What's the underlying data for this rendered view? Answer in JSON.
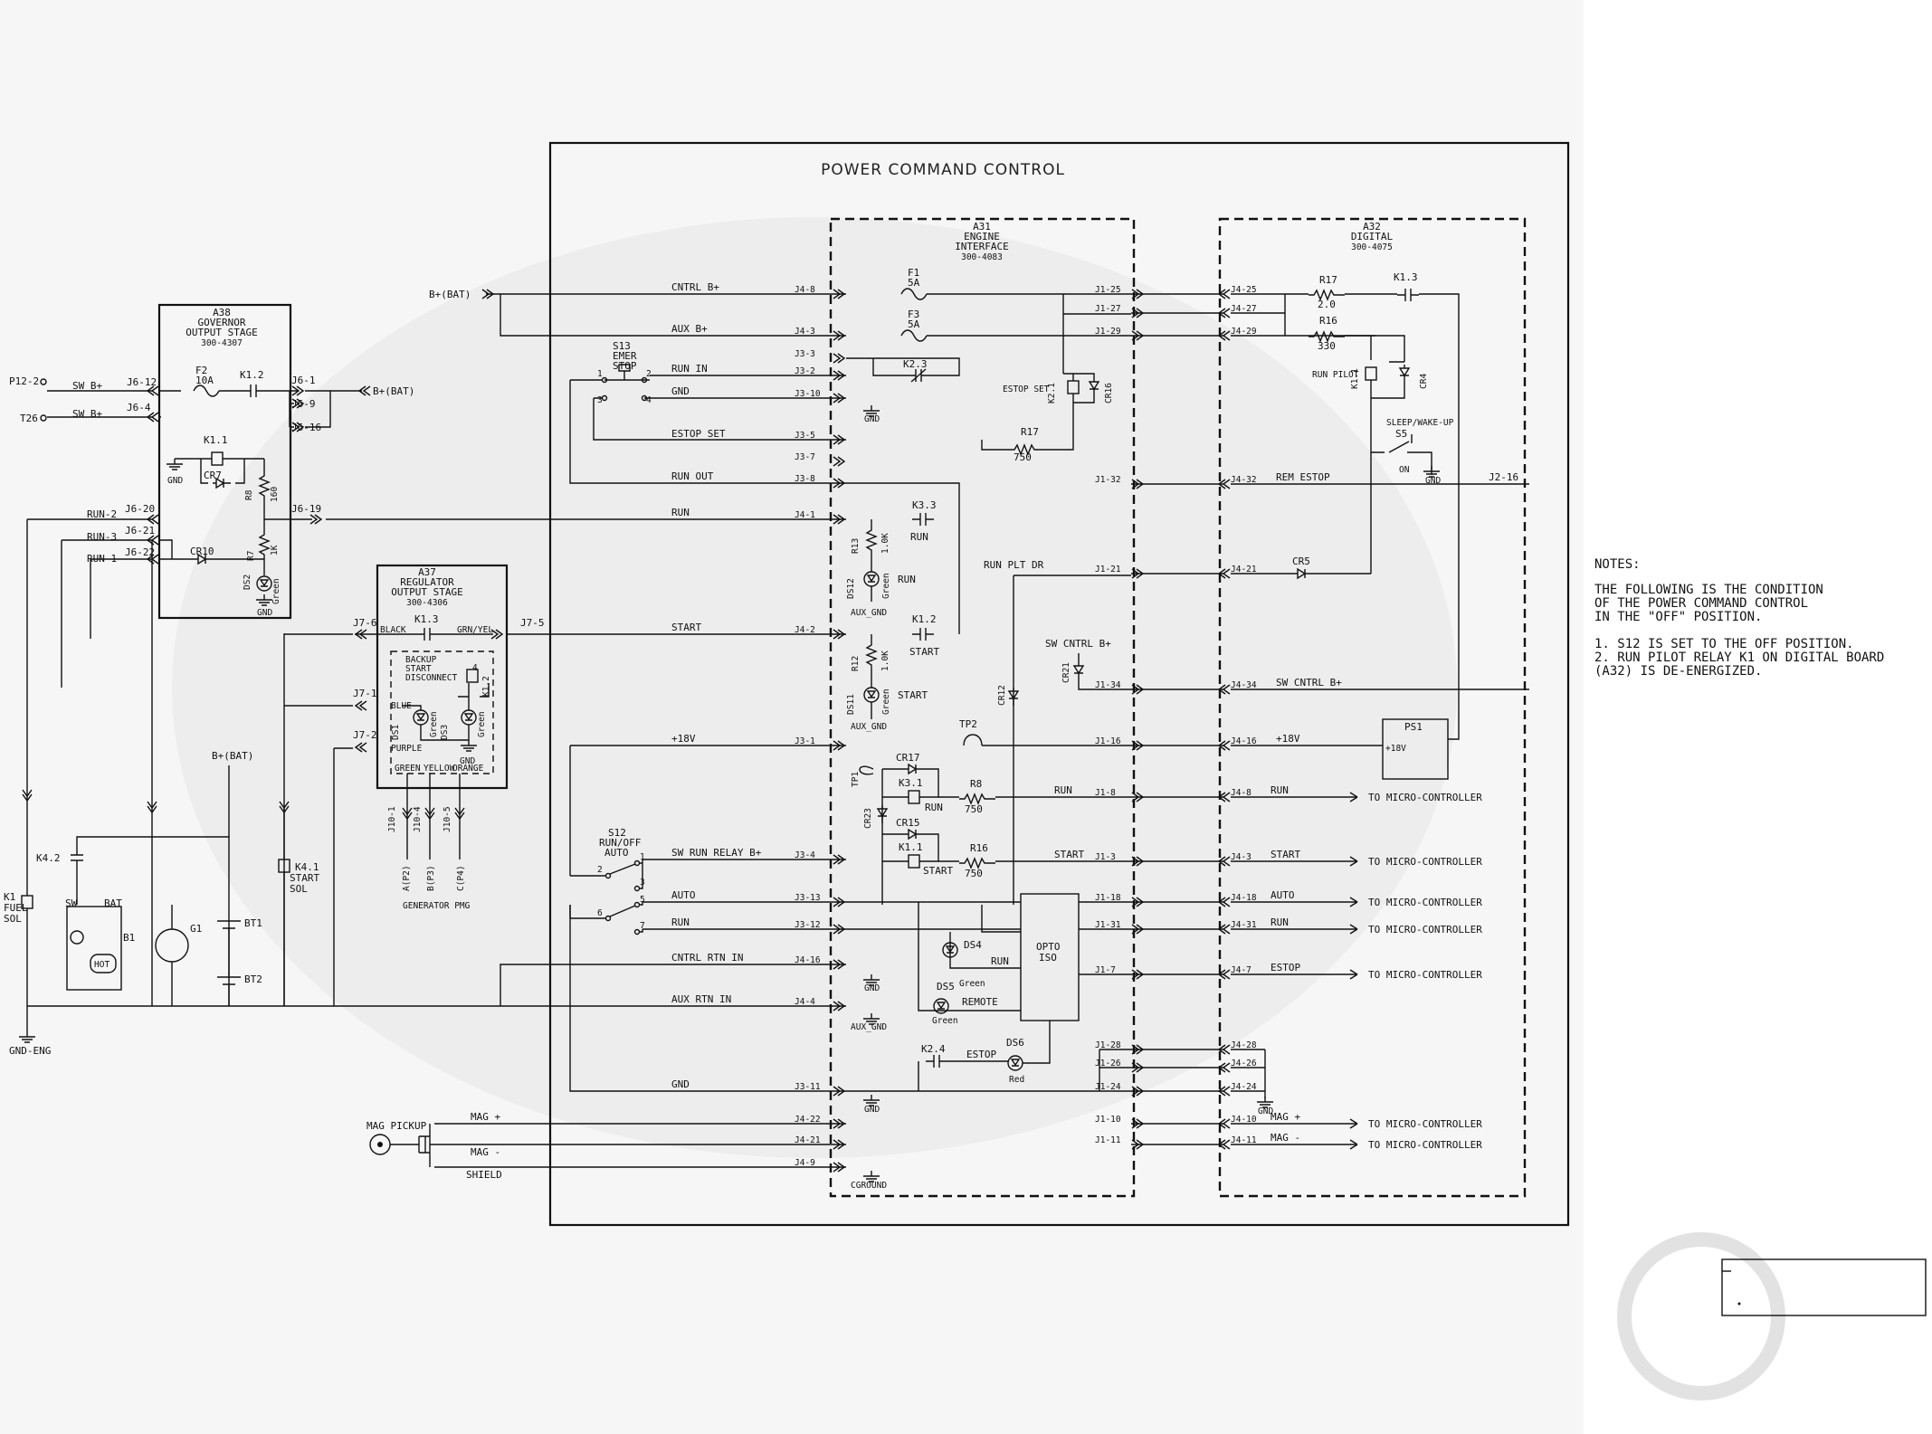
{
  "title": "POWER COMMAND CONTROL",
  "watermark_color": "#e6e6e6",
  "ink_color": "#111111",
  "modules": {
    "a38": [
      "A38",
      "GOVERNOR",
      "OUTPUT STAGE",
      "300-4307"
    ],
    "a37": [
      "A37",
      "REGULATOR",
      "OUTPUT STAGE",
      "300-4306"
    ],
    "a31": [
      "A31",
      "ENGINE",
      "INTERFACE",
      "300-4083"
    ],
    "a32": [
      "A32",
      "DIGITAL",
      "300-4075"
    ]
  },
  "notes": {
    "heading": "NOTES:",
    "lines": [
      "THE FOLLOWING IS THE CONDITION",
      "OF THE POWER COMMAND CONTROL",
      "IN THE \"OFF\" POSITION.",
      "",
      " 1. S12 IS SET TO THE OFF POSITION.",
      " 2. RUN PILOT RELAY K1 ON DIGITAL BOARD",
      "    (A32) IS DE-ENERGIZED."
    ]
  },
  "signals": {
    "cntrl_b": "CNTRL B+",
    "aux_b": "AUX B+",
    "run_in": "RUN IN",
    "gnd": "GND",
    "estop_set": "ESTOP SET",
    "run_out": "RUN OUT",
    "run": "RUN",
    "start": "START",
    "p18v": "+18V",
    "sw_run_relay": "SW RUN RELAY B+",
    "auto": "AUTO",
    "cntrl_rtn_in": "CNTRL RTN IN",
    "aux_rtn_in": "AUX RTN IN",
    "mag_p": "MAG +",
    "mag_m": "MAG -",
    "shield": "SHIELD",
    "rem_estop": "REM ESTOP",
    "sw_cntrl_b": "SW CNTRL B+",
    "estop": "ESTOP",
    "run_plt_dr": "RUN PLT DR",
    "sw_b": "SW B+",
    "b_bat": "B+(BAT)",
    "to_micro": "TO MICRO-CONTROLLER"
  },
  "labels": {
    "p12_2": "P12-2",
    "t26": "T26",
    "run_2": "RUN-2",
    "run_3": "RUN-3",
    "run_1": "RUN-1",
    "gnd_eng": "GND-ENG",
    "k1_fuel": [
      "K1",
      "FUEL",
      "SOL"
    ],
    "k4_1": [
      "K4.1",
      "START",
      "SOL"
    ],
    "k4_2": "K4.2",
    "sw": "SW",
    "bat": "BAT",
    "b1": "B1",
    "hot": "HOT",
    "g1": "G1",
    "bt1": "BT1",
    "bt2": "BT2",
    "gen_pmg": "GENERATOR PMG",
    "pmg_pins": [
      "A(P2)",
      "B(P3)",
      "C(P4)"
    ],
    "pmg_conn": [
      "J10-1",
      "J10-4",
      "J10-5"
    ],
    "mag_pickup": "MAG PICKUP",
    "backup": [
      "BACKUP",
      "START",
      "DISCONNECT"
    ],
    "wire_colors": [
      "BLACK",
      "GRN/YEL",
      "BLUE",
      "PURPLE",
      "GREEN",
      "YELLOW",
      "ORANGE"
    ],
    "s13": [
      "S13",
      "EMER",
      "STOP"
    ],
    "s12": [
      "S12",
      "RUN/OFF",
      "AUTO"
    ],
    "s5": "SLEEP/WAKE-UP",
    "s5_name": "S5",
    "on": "ON",
    "run_pilot": "RUN PILOT",
    "opto": [
      "OPTO",
      "ISO"
    ],
    "remote": "REMOTE",
    "aux_gnd": "AUX_GND",
    "cground": "CGROUND",
    "ps1": "PS1",
    "tp1": "TP1",
    "tp2": "TP2",
    "green": "Green",
    "red": "Red",
    "f1": "F1",
    "f1_r": "5A",
    "f2": "F2",
    "f2_r": "10A",
    "f3": "F3",
    "f3_r": "5A",
    "r7": "R7",
    "r7_v": "1K",
    "r8a": "R8",
    "r8a_v": "160",
    "r8b": "R8",
    "r8b_v": "750",
    "r12": "R12",
    "r12_v": "1.0K",
    "r13": "R13",
    "r13_v": "1.0K",
    "r16": "R16",
    "r16_v": "330",
    "r16b": "R16",
    "r16b_v": "750",
    "r17": "R17",
    "r17_v": "2.0",
    "r17b": "R17",
    "r17b_v": "750",
    "k1_1": "K1.1",
    "k1_2": "K1.2",
    "k1_3": "K1.3",
    "k2_1": "K2.1",
    "k2_3": "K2.3",
    "k2_4": "K2.4",
    "k3_1": "K3.1",
    "k3_3": "K3.3",
    "k1_1b": "K1.1",
    "k1_1c": "K1.1",
    "k1_2b": "K1.2",
    "k1_3b": "K1.3",
    "cr4": "CR4",
    "cr5": "CR5",
    "cr7": "CR7",
    "cr10": "CR10",
    "cr12": "CR12",
    "cr15": "CR15",
    "cr16": "CR16",
    "cr17": "CR17",
    "cr21": "CR21",
    "cr23": "CR23",
    "ds1": "DS1",
    "ds2": "DS2",
    "ds3": "DS3",
    "ds4": "DS4",
    "ds5": "DS5",
    "ds6": "DS6",
    "ds11": "DS11",
    "ds12": "DS12"
  },
  "connectors": {
    "j4_left": [
      "J4-8",
      "J4-3",
      "J3-3",
      "J3-2",
      "J3-10",
      "J3-5",
      "J3-7",
      "J3-8",
      "J4-1",
      "J4-2",
      "J3-1",
      "J3-4",
      "J3-13",
      "J3-12",
      "J4-16",
      "J4-4",
      "J3-11",
      "J4-22",
      "J4-21",
      "J4-9"
    ],
    "j1": [
      "J1-25",
      "J1-27",
      "J1-29",
      "J1-32",
      "J1-21",
      "J1-34",
      "J1-16",
      "J1-8",
      "J1-3",
      "J1-18",
      "J1-31",
      "J1-7",
      "J1-28",
      "J1-26",
      "J1-24",
      "J1-10",
      "J1-11"
    ],
    "j4_right": [
      "J4-25",
      "J4-27",
      "J4-29",
      "J4-32",
      "J4-21",
      "J4-34",
      "J4-16",
      "J4-8",
      "J4-3",
      "J4-18",
      "J4-31",
      "J4-7",
      "J4-28",
      "J4-26",
      "J4-24",
      "J4-10",
      "J4-11"
    ],
    "j6": [
      "J6-12",
      "J6-4",
      "J6-1",
      "J6-9",
      "J6-16",
      "J6-19",
      "J6-20",
      "J6-21",
      "J6-22"
    ],
    "j7": [
      "J7-5",
      "J7-6",
      "J7-1",
      "J7-2"
    ],
    "j2": "J2-16"
  }
}
